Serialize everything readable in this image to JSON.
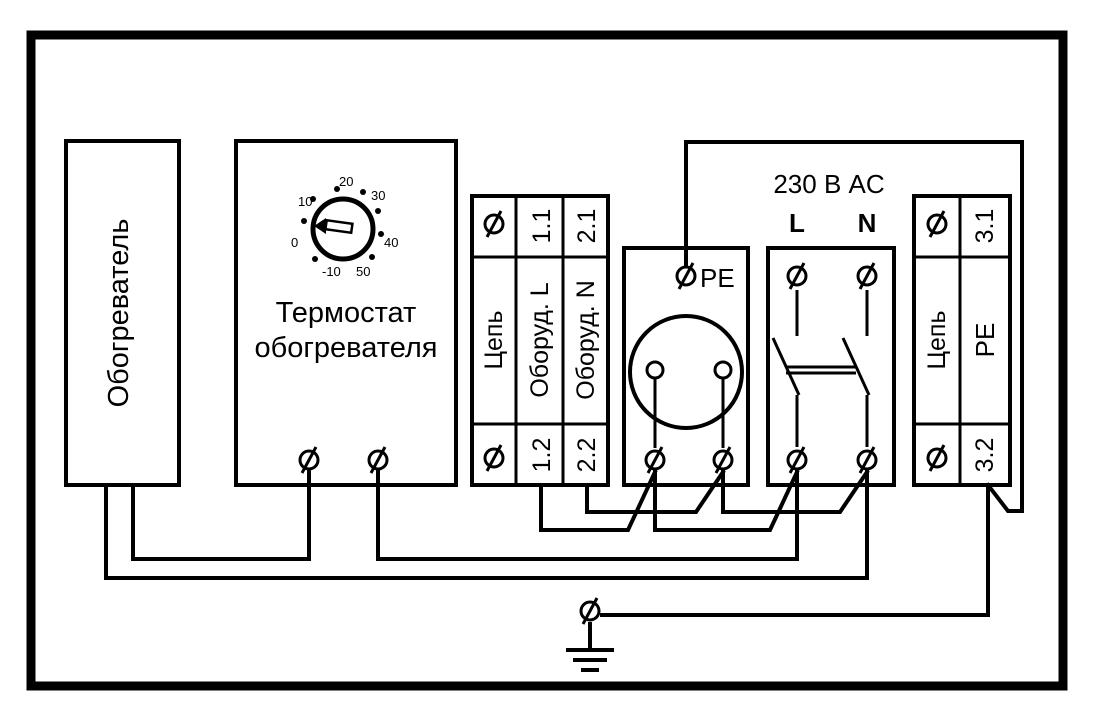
{
  "heater": {
    "label": "Обогреватель"
  },
  "thermostat": {
    "title_line1": "Термостат",
    "title_line2": "обогревателя",
    "dial_scale": [
      "-10",
      "0",
      "10",
      "20",
      "30",
      "40",
      "50"
    ]
  },
  "terminal_block_1": {
    "top_label": "1.1",
    "bottom_label": "1.2",
    "top2_label": "2.1",
    "bottom2_label": "2.2",
    "circuit_label": "Цепь",
    "equip_l_label": "Оборуд. L",
    "equip_n_label": "Оборуд. N"
  },
  "socket": {
    "pe_label": "PE"
  },
  "power": {
    "supply_label": "230 В AC",
    "l_label": "L",
    "n_label": "N"
  },
  "terminal_block_2": {
    "top_label": "3.1",
    "bottom_label": "3.2",
    "circuit_label": "Цепь",
    "pe_label": "PE"
  },
  "colors": {
    "line": "#000000",
    "background": "#ffffff"
  }
}
